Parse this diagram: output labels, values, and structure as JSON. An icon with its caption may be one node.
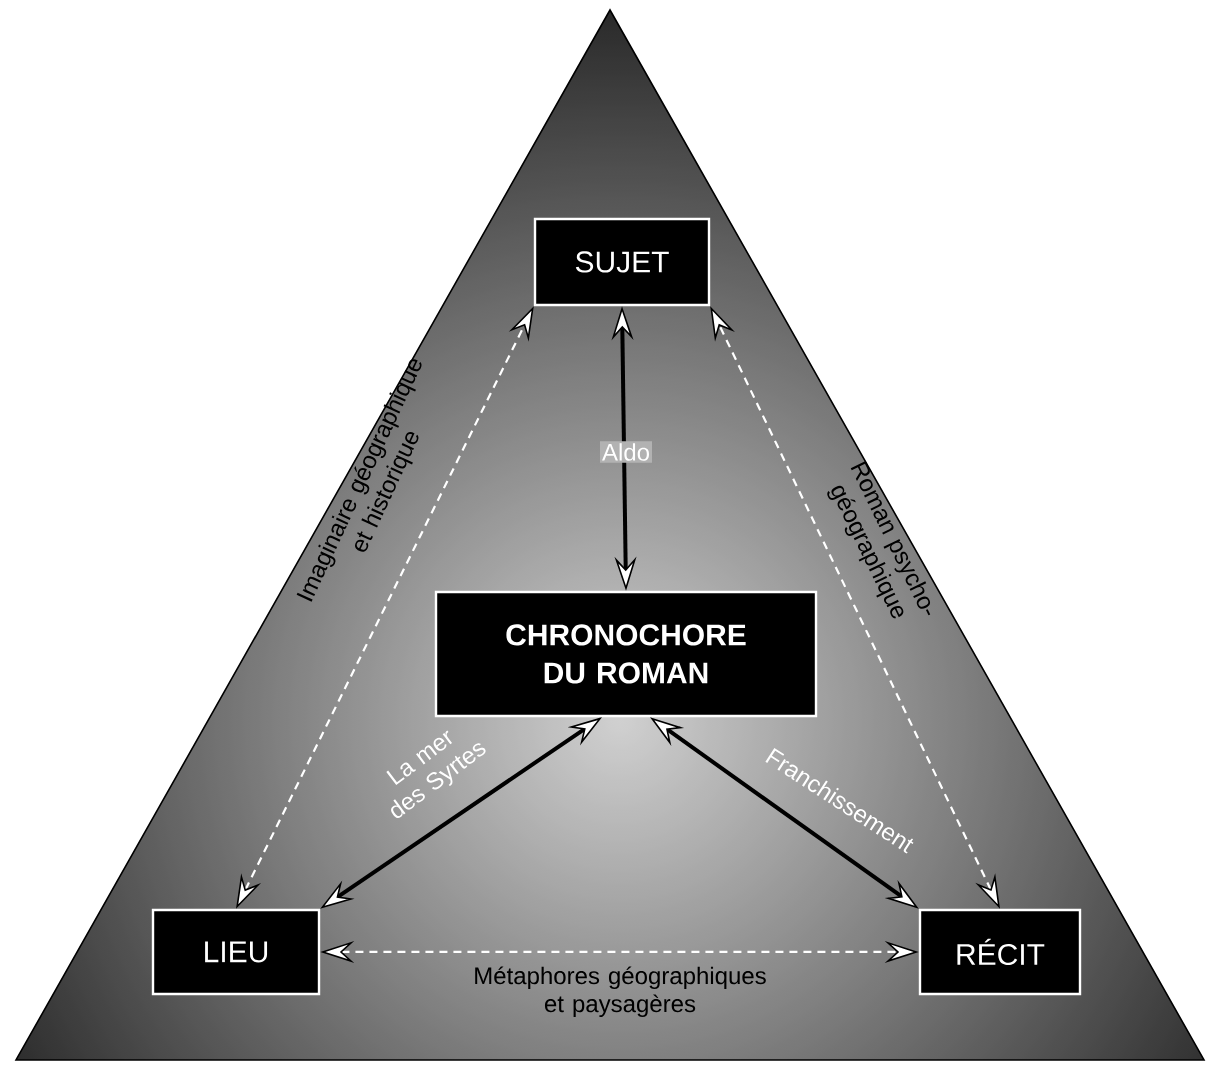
{
  "diagram": {
    "nodes": [
      {
        "text": [
          "SUJET"
        ]
      },
      {
        "text": [
          "CHRONOCHORE DU ROMAN"
        ]
      },
      {
        "text": [
          "LIEU"
        ]
      },
      {
        "text": [
          "RÉCIT"
        ]
      }
    ],
    "edges": [
      {
        "from": 1,
        "to": 0,
        "arrow": "both",
        "label": "Aldo"
      },
      {
        "from": 2,
        "to": 0,
        "arrow": "both",
        "label": "Imaginaire géographique et historique",
        "style": "dashed",
        "color": "#ffffff"
      },
      {
        "from": 3,
        "to": 0,
        "arrow": "both",
        "label": "Roman psycho-géographique",
        "style": "dashed",
        "color": "#ffffff"
      },
      {
        "from": 2,
        "to": 1,
        "arrow": "both",
        "label": "La mer des Syrtes"
      },
      {
        "from": 3,
        "to": 1,
        "arrow": "both",
        "label": "Franchissement"
      },
      {
        "from": 2,
        "to": 3,
        "arrow": "both",
        "label": "Métaphores géographiques et paysagères",
        "style": "dashed",
        "color": "#ffffff"
      }
    ]
  }
}
